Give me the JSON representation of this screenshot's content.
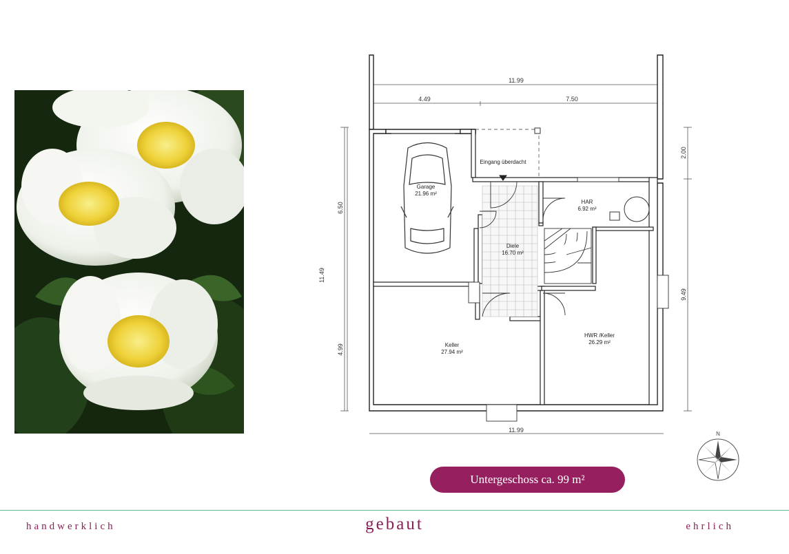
{
  "plan": {
    "dimensions": {
      "top_total": "11.99",
      "top_left": "4.49",
      "top_right": "7.50",
      "left_total": "11.49",
      "left_upper": "6.50",
      "left_lower": "4.99",
      "right_upper": "2.00",
      "right_lower": "9.49",
      "bottom_total": "11.99"
    },
    "rooms": [
      {
        "name": "Garage",
        "area": "21.96 m²"
      },
      {
        "name": "HAR",
        "area": "6.92 m²"
      },
      {
        "name": "Diele",
        "area": "16.70 m²"
      },
      {
        "name": "Keller",
        "area": "27.94 m²"
      },
      {
        "name": "HWR /Keller",
        "area": "26.29 m²"
      }
    ],
    "entrance_label": "Eingang überdacht",
    "north_label": "N"
  },
  "badge": {
    "text": "Untergeschoss ca. 99 m²"
  },
  "footer": {
    "left": "handwerklich",
    "center": "gebaut",
    "right": "ehrlich"
  },
  "colors": {
    "accent": "#96205f",
    "divider": "#3aa36a"
  }
}
